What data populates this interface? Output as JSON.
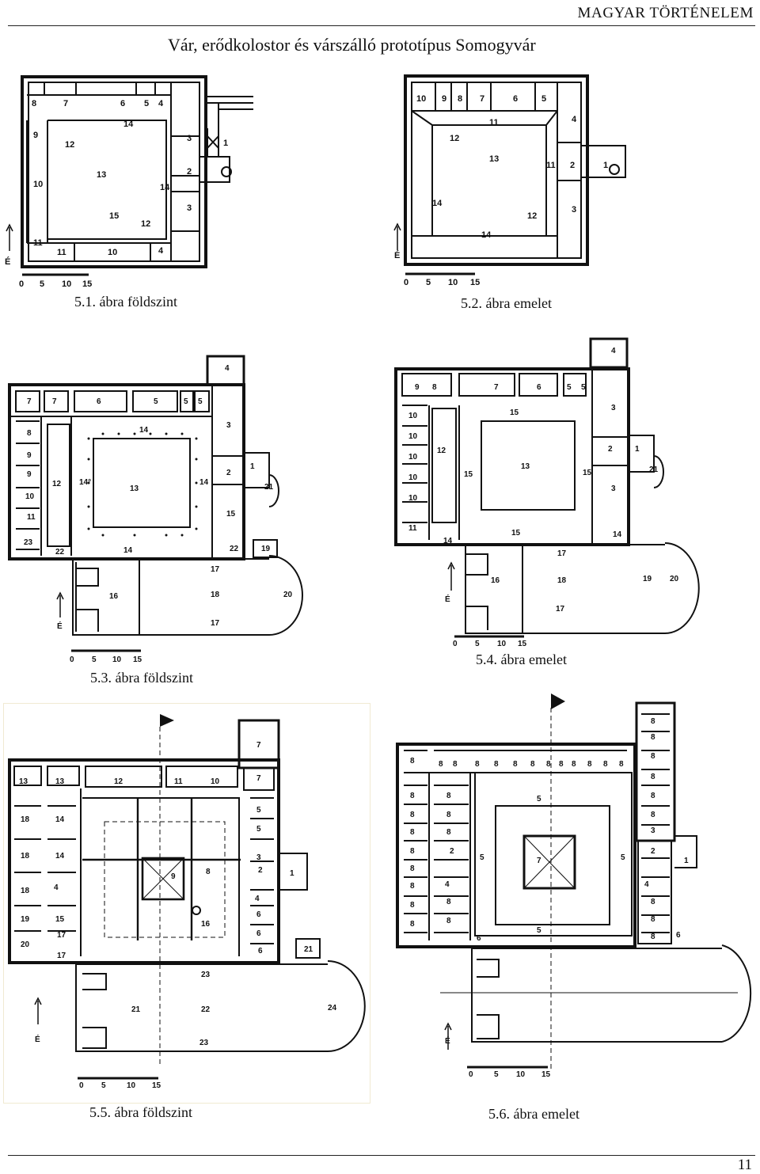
{
  "header": {
    "section": "MAGYAR TÖRTÉNELEM"
  },
  "title": "Vár, erődkolostor és várszálló prototípus Somogyvár",
  "figures": [
    {
      "caption": "5.1. ábra földszint",
      "rooms": [
        "8",
        "7",
        "6",
        "5",
        "4",
        "9",
        "12",
        "14",
        "3",
        "1",
        "2",
        "13",
        "10",
        "14",
        "15",
        "12",
        "3",
        "11",
        "11",
        "10",
        "4"
      ]
    },
    {
      "caption": "5.2. ábra emelet",
      "rooms": [
        "10",
        "9",
        "8",
        "7",
        "6",
        "5",
        "4",
        "12",
        "11",
        "13",
        "11",
        "2",
        "1",
        "14",
        "12",
        "3",
        "14"
      ]
    },
    {
      "caption": "5.3. ábra földszint",
      "rooms": [
        "4",
        "7",
        "7",
        "6",
        "5",
        "5",
        "5",
        "3",
        "8",
        "14",
        "9",
        "9",
        "12",
        "14",
        "13",
        "14",
        "2",
        "1",
        "21",
        "10",
        "11",
        "15",
        "23",
        "22",
        "14",
        "22",
        "19",
        "17",
        "16",
        "18",
        "20",
        "17"
      ]
    },
    {
      "caption": "5.4. ábra emelet",
      "rooms": [
        "4",
        "9",
        "8",
        "7",
        "6",
        "5",
        "5",
        "3",
        "10",
        "15",
        "10",
        "12",
        "10",
        "13",
        "2",
        "1",
        "15",
        "15",
        "10",
        "21",
        "10",
        "3",
        "11",
        "14",
        "15",
        "14",
        "17",
        "16",
        "18",
        "19",
        "20",
        "17"
      ]
    },
    {
      "caption": "5.5. ábra földszint",
      "rooms": [
        "7",
        "13",
        "13",
        "12",
        "11",
        "10",
        "7",
        "5",
        "18",
        "14",
        "5",
        "3",
        "18",
        "14",
        "9",
        "8",
        "2",
        "1",
        "18",
        "4",
        "4",
        "19",
        "15",
        "16",
        "6",
        "17",
        "6",
        "20",
        "17",
        "6",
        "21",
        "23",
        "21",
        "22",
        "24",
        "23"
      ]
    },
    {
      "caption": "5.6. ábra emelet",
      "rooms": [
        "8",
        "8",
        "8",
        "8",
        "8",
        "8",
        "8",
        "8",
        "8",
        "8",
        "8",
        "8",
        "8",
        "8",
        "8",
        "8",
        "8",
        "8",
        "5",
        "8",
        "8",
        "8",
        "8",
        "8",
        "8",
        "8",
        "8",
        "8",
        "2",
        "7",
        "3",
        "2",
        "5",
        "5",
        "1",
        "8",
        "8",
        "4",
        "4",
        "8",
        "8",
        "8",
        "8",
        "8",
        "8",
        "5",
        "8",
        "8",
        "6",
        "6"
      ]
    }
  ],
  "legend": {
    "north": "É",
    "scale": [
      "0",
      "5",
      "10",
      "15"
    ]
  },
  "page_number": "11"
}
